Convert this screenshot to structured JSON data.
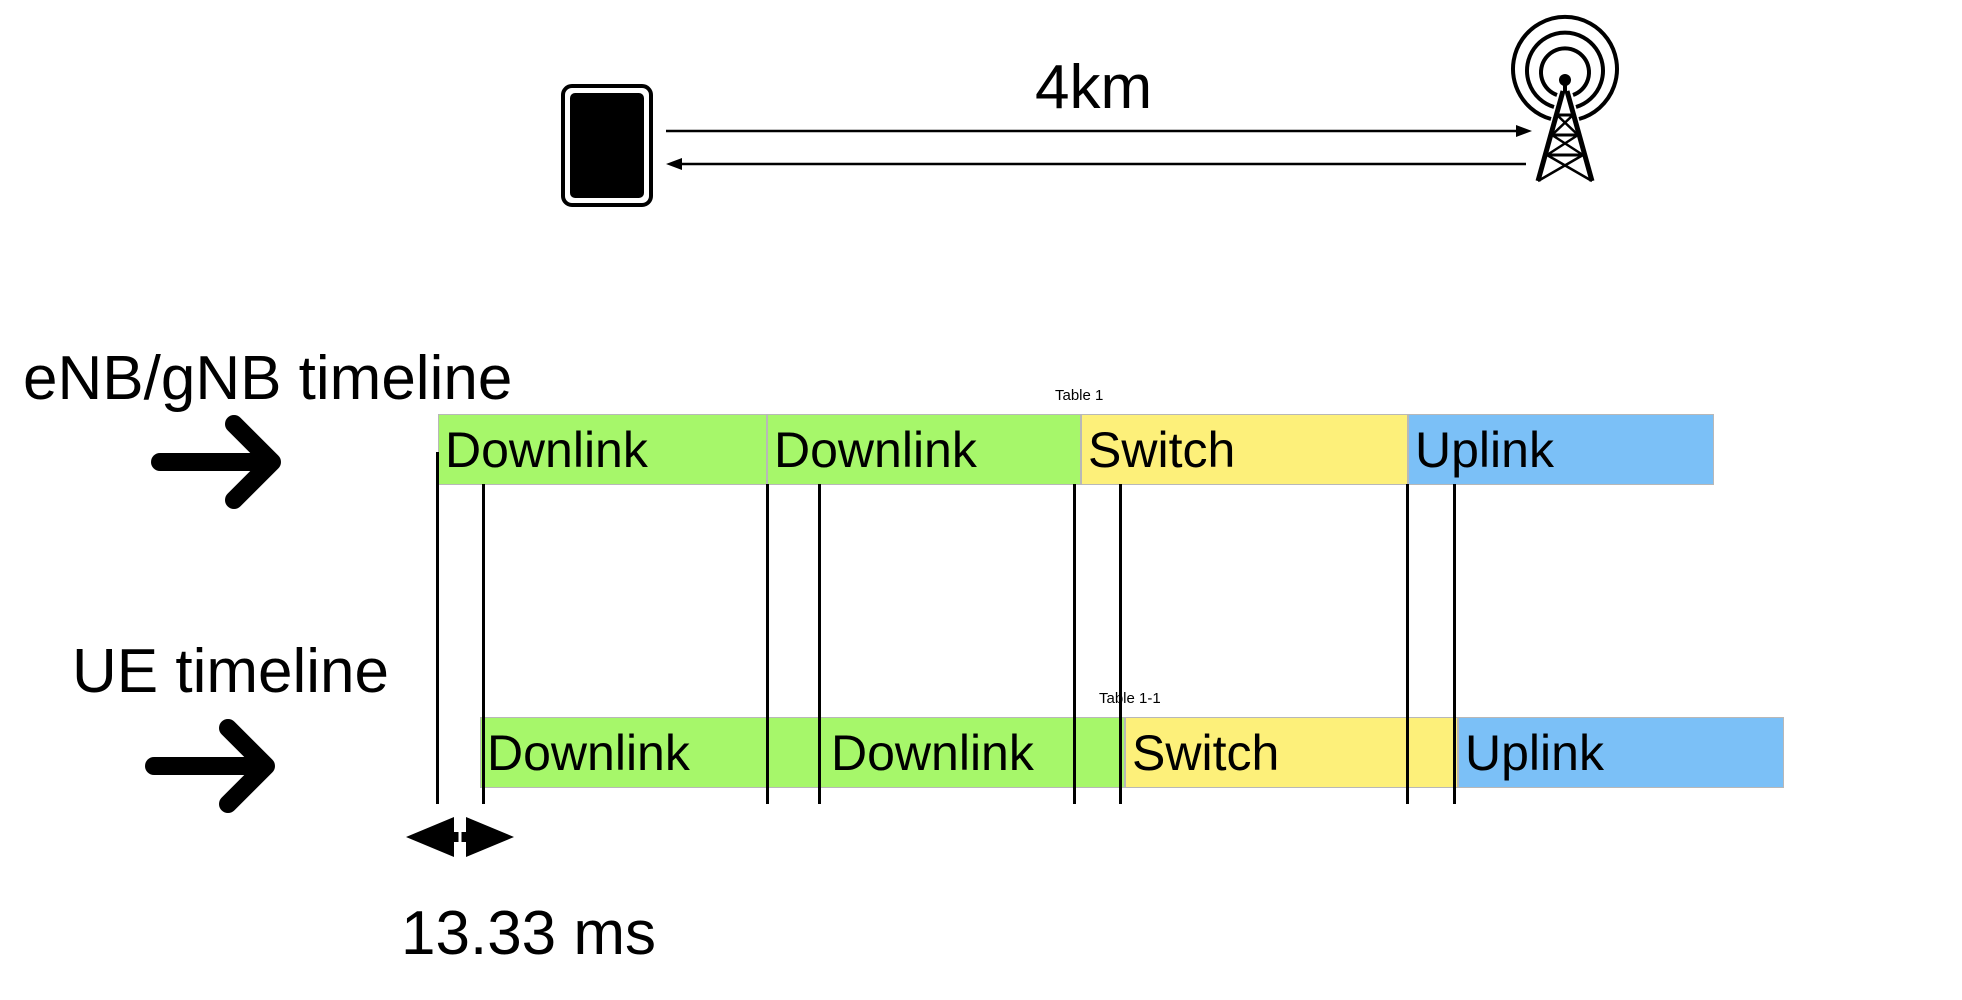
{
  "distance_label": "4km",
  "icons": {
    "device": "phone-device-icon",
    "tower": "cell-tower-icon",
    "arrow": "right-arrow-icon",
    "double_arrow": "double-arrow-icon"
  },
  "enb_timeline": {
    "title": "eNB/gNB timeline",
    "caption": "Table 1",
    "segments": [
      "Downlink",
      "Downlink",
      "Switch",
      "Uplink"
    ]
  },
  "ue_timeline": {
    "title": "UE timeline",
    "caption": "Table 1-1",
    "segments": [
      "Downlink",
      "Downlink",
      "Switch",
      "Uplink"
    ]
  },
  "delay_label": "13.33 ms",
  "colors": {
    "downlink": "#a6f76a",
    "switch": "#fdf07a",
    "uplink": "#7bc0f7"
  }
}
